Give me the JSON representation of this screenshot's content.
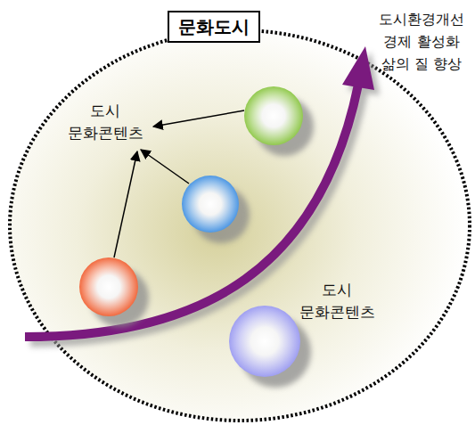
{
  "diagram": {
    "nodes": [
      {
        "text": [
          "문화도시"
        ]
      }
    ],
    "labels": [
      "도시 문화콘텐츠",
      "도시환경개선 경제 활성화 삶의 질 향상",
      "도시 문화콘텐츠"
    ]
  }
}
